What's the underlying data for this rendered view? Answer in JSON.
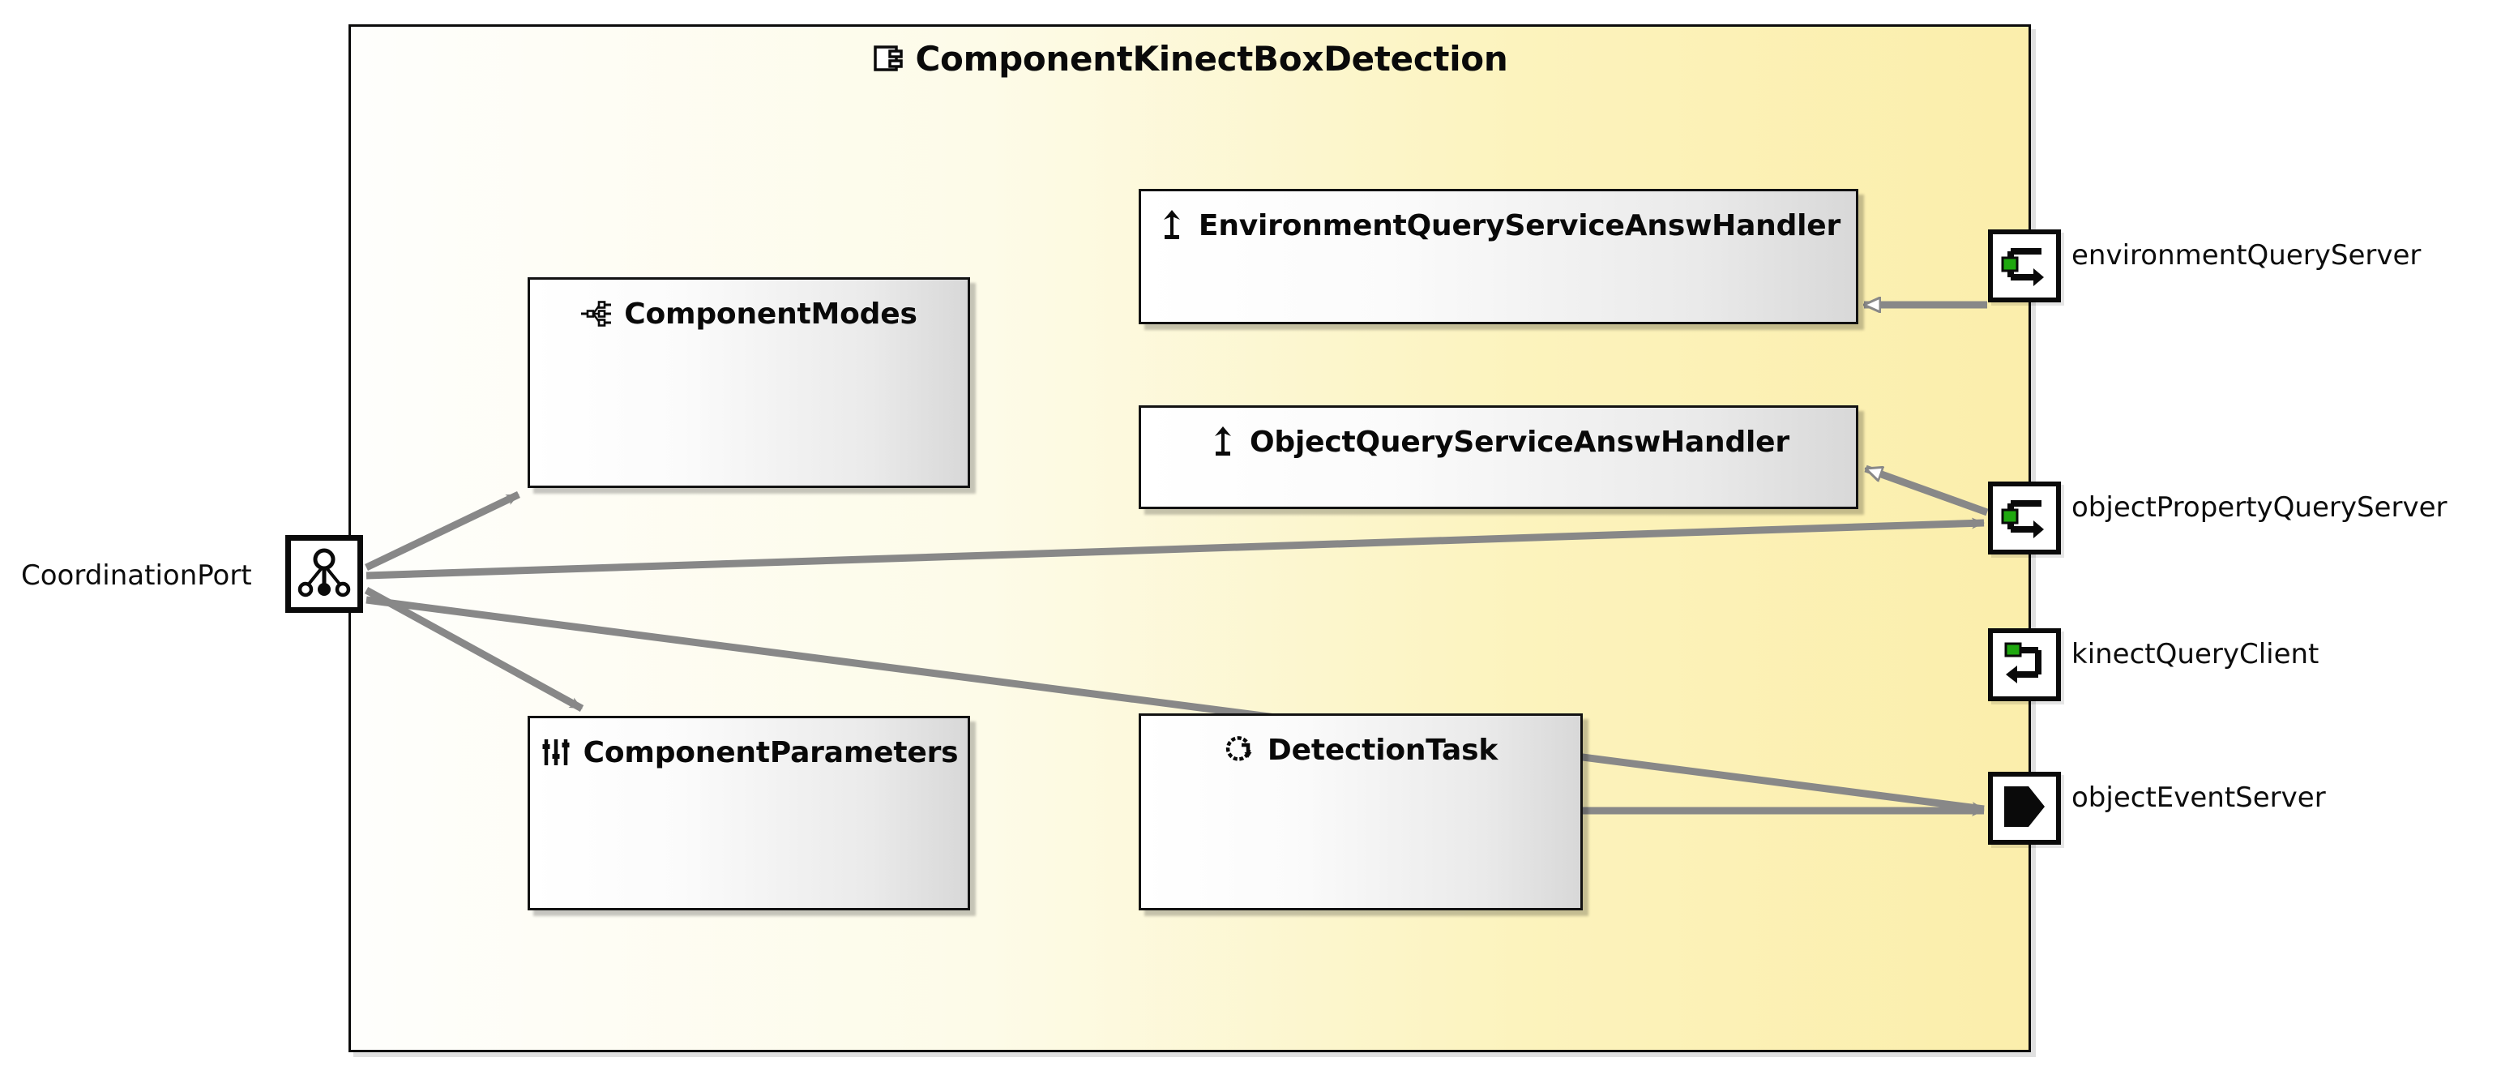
{
  "diagram": {
    "type": "uml-component-diagram",
    "title": "ComponentKinectBoxDetection",
    "title_icon": "component-icon",
    "frame_fill_left": "#fefefc",
    "frame_fill_right": "#fbeeab",
    "frame_border": "#0b0b0b",
    "connector_color": "#888888",
    "port_accent_green": "#1fa80f"
  },
  "coordination_port": {
    "label": "CoordinationPort",
    "icon": "coordination-hierarchy-icon"
  },
  "inner_elements": [
    {
      "id": "component-modes",
      "label": "ComponentModes",
      "icon": "state-machine-icon"
    },
    {
      "id": "component-parameters",
      "label": "ComponentParameters",
      "icon": "sliders-icon"
    },
    {
      "id": "env-handler",
      "label": "EnvironmentQueryServiceAnswHandler",
      "icon": "up-arrow-icon"
    },
    {
      "id": "obj-handler",
      "label": "ObjectQueryServiceAnswHandler",
      "icon": "up-arrow-icon"
    },
    {
      "id": "detection-task",
      "label": "DetectionTask",
      "icon": "task-cycle-icon"
    }
  ],
  "ports": [
    {
      "id": "environment-query-server",
      "label": "environmentQueryServer",
      "icon": "request-response-server-icon"
    },
    {
      "id": "object-property-query-server",
      "label": "objectPropertyQueryServer",
      "icon": "request-response-server-icon"
    },
    {
      "id": "kinect-query-client",
      "label": "kinectQueryClient",
      "icon": "request-response-client-icon"
    },
    {
      "id": "object-event-server",
      "label": "objectEventServer",
      "icon": "event-server-icon"
    }
  ],
  "connections": [
    {
      "from": "CoordinationPort",
      "to": "ComponentModes",
      "arrow": "solid"
    },
    {
      "from": "CoordinationPort",
      "to": "ComponentParameters",
      "arrow": "solid"
    },
    {
      "from": "CoordinationPort",
      "to": "objectPropertyQueryServer",
      "arrow": "solid"
    },
    {
      "from": "CoordinationPort",
      "to": "objectEventServer",
      "arrow": "solid"
    },
    {
      "from": "environmentQueryServer",
      "to": "EnvironmentQueryServiceAnswHandler",
      "arrow": "hollow-triangle"
    },
    {
      "from": "objectPropertyQueryServer",
      "to": "ObjectQueryServiceAnswHandler",
      "arrow": "hollow-triangle"
    },
    {
      "from": "DetectionTask",
      "to": "objectEventServer",
      "arrow": "solid"
    }
  ]
}
